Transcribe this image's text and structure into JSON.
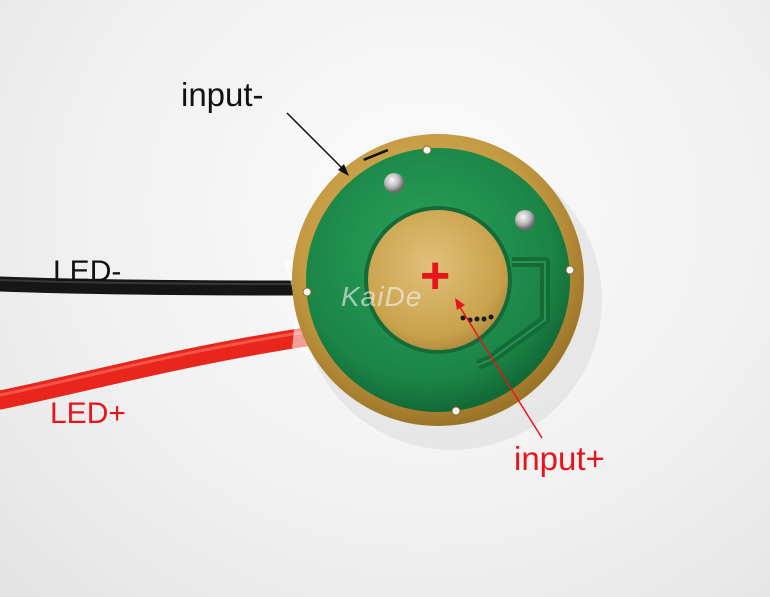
{
  "labels": {
    "input_minus": "input-",
    "led_minus": "LED-",
    "led_plus": "LED+",
    "input_plus": "input+"
  },
  "markings": {
    "plus": "+",
    "minus": "—"
  },
  "watermark": "KaiDe",
  "colors": {
    "background": "#f1f1f1",
    "pcb_green": "#1e8a4a",
    "gold_pad": "#c9a24c",
    "red_wire": "#e8261c",
    "black_wire": "#161616",
    "label_black": "#111111",
    "label_red": "#e8141c",
    "watermark_white": "#f4f4f4"
  }
}
